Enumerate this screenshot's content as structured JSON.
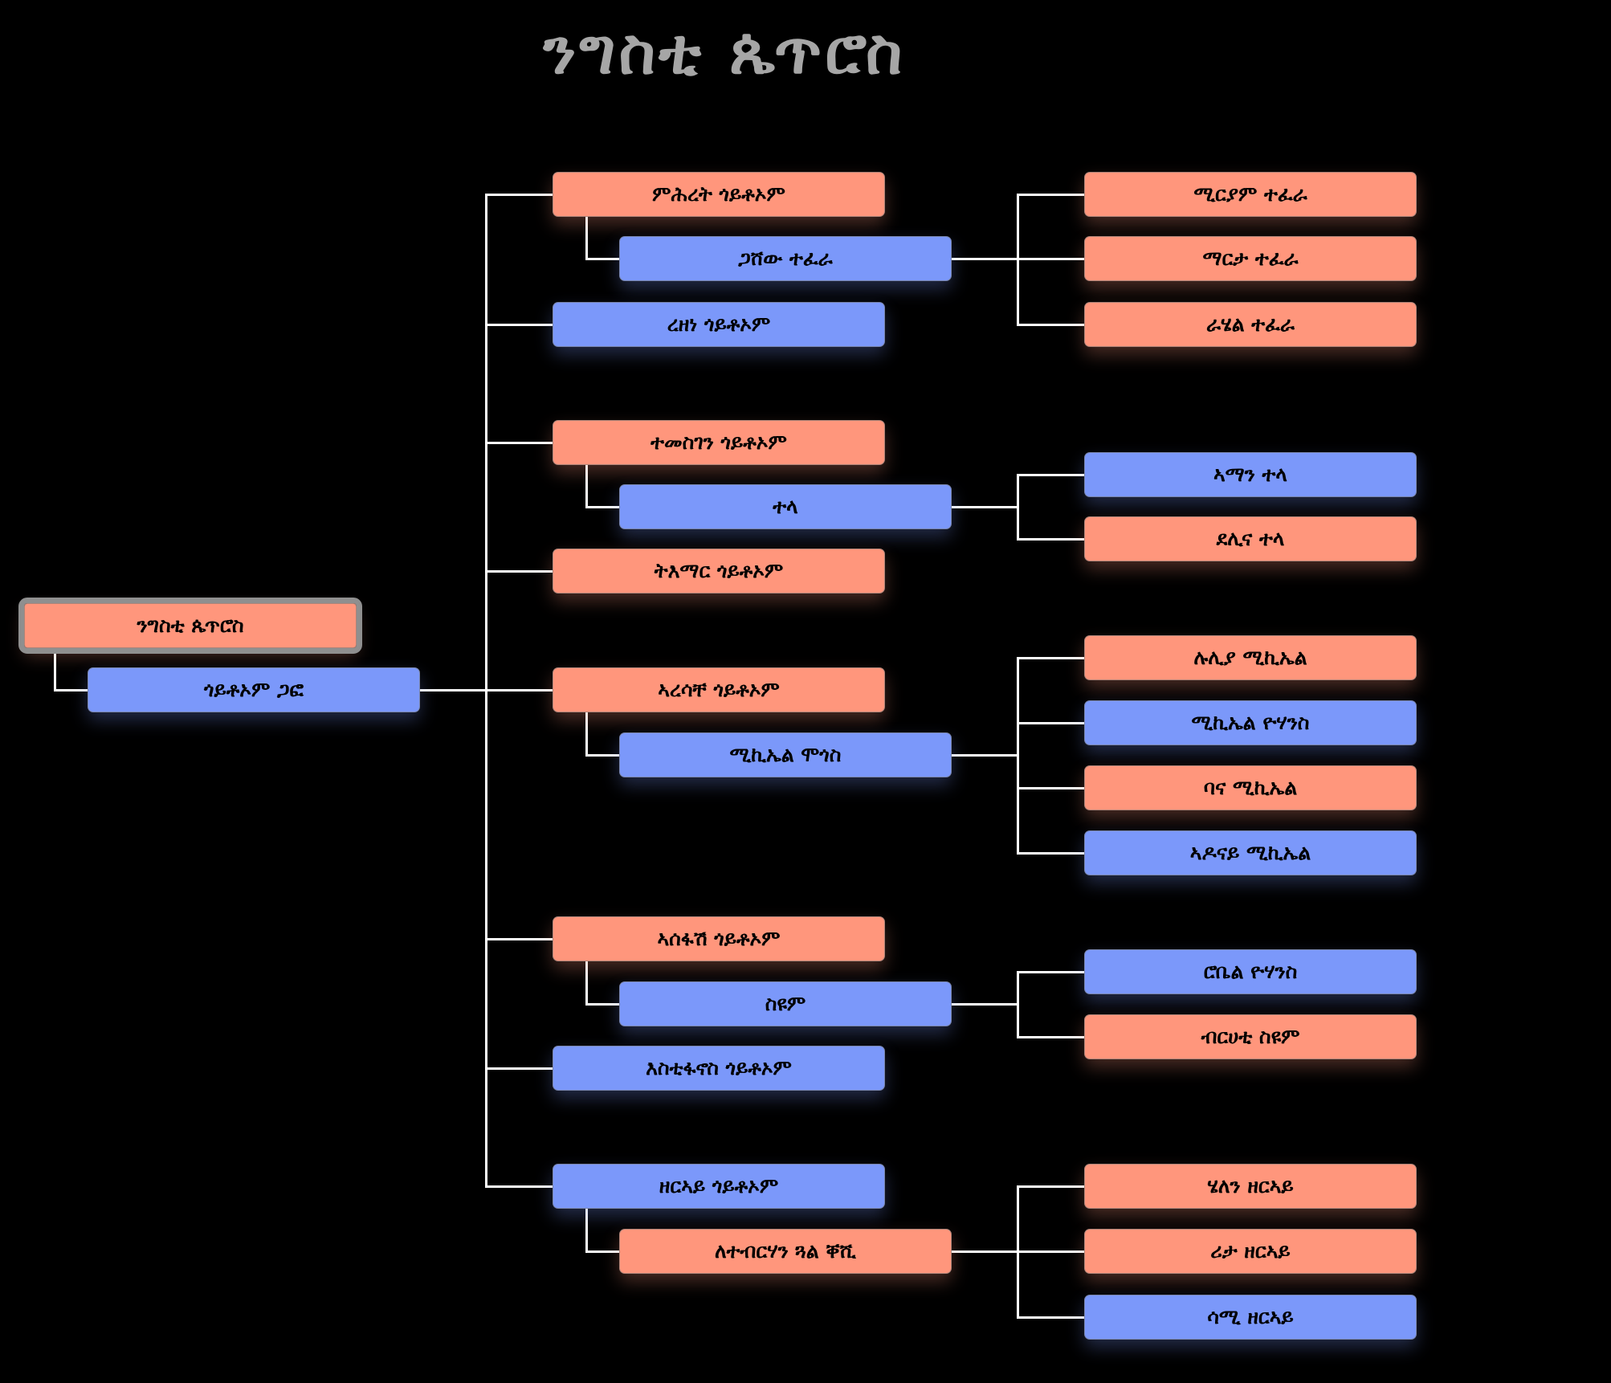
{
  "title": "ንግስቲ ጴጥሮስ",
  "colors": {
    "salmon": "#ff967c",
    "blue": "#7b98fa",
    "background": "#000000",
    "line": "#ffffff"
  },
  "root": {
    "label": "ንግስቲ ጴጥሮስ",
    "color": "salmon"
  },
  "spouse": {
    "label": "ጎይቶኦም ጋፎ",
    "color": "blue"
  },
  "children": [
    {
      "label": "ምሕረት ጎይቶኦም",
      "color": "salmon",
      "spouse": {
        "label": "ጋሸው ተፈራ",
        "color": "blue"
      },
      "children": [
        {
          "label": "ሚርያም ተፈራ",
          "color": "salmon"
        },
        {
          "label": "ማርታ ተፈራ",
          "color": "salmon"
        },
        {
          "label": "ራሄል ተፈራ",
          "color": "salmon"
        }
      ]
    },
    {
      "label": "ረዘነ ጎይቶኦም",
      "color": "blue"
    },
    {
      "label": "ተመስገን ጎይቶኦም",
      "color": "salmon",
      "spouse": {
        "label": "ተላ",
        "color": "blue"
      },
      "children": [
        {
          "label": "ኣማን ተላ",
          "color": "blue"
        },
        {
          "label": "ደሊና ተላ",
          "color": "salmon"
        }
      ]
    },
    {
      "label": "ትእማር ጎይቶኦም",
      "color": "salmon"
    },
    {
      "label": "ኣረሳቸ ጎይቶኦም",
      "color": "salmon",
      "spouse": {
        "label": "ሚኪኤል ሞጎስ",
        "color": "blue"
      },
      "children": [
        {
          "label": "ሉሊያ ሚኪኤል",
          "color": "salmon"
        },
        {
          "label": "ሚኪኤል ዮሃንስ",
          "color": "blue"
        },
        {
          "label": "ባና ሚኪኤል",
          "color": "salmon"
        },
        {
          "label": "ኣዶናይ ሚኪኤል",
          "color": "blue"
        }
      ]
    },
    {
      "label": "ኣሰፋሽ ጎይቶኦም",
      "color": "salmon",
      "spouse": {
        "label": "ስዩም",
        "color": "blue"
      },
      "children": [
        {
          "label": "ሮቤል ዮሃንስ",
          "color": "blue"
        },
        {
          "label": "ብርሀቲ ስዩም",
          "color": "salmon"
        }
      ]
    },
    {
      "label": "እስቲፋኖስ ጎይቶኦም",
      "color": "blue"
    },
    {
      "label": "ዘርኣይ ጎይቶኦም",
      "color": "blue",
      "spouse": {
        "label": "ለተብርሃን ጓል ቐሺ",
        "color": "salmon"
      },
      "children": [
        {
          "label": "ሄለን ዘርኣይ",
          "color": "salmon"
        },
        {
          "label": "ሪታ ዘርኣይ",
          "color": "salmon"
        },
        {
          "label": "ሳሚ ዘርኣይ",
          "color": "blue"
        }
      ]
    }
  ]
}
